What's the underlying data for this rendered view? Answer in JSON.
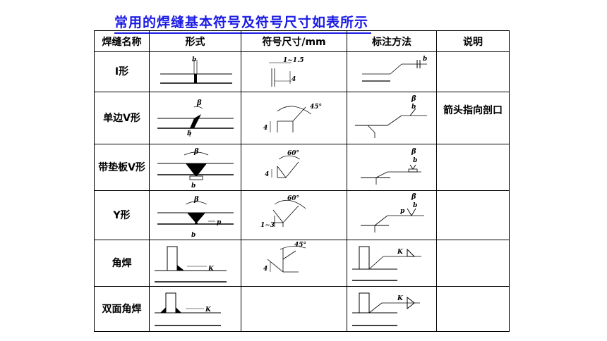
{
  "title": "常用的焊缝基本符号及符号尺寸如表所示",
  "headers": {
    "name": "焊缝名称",
    "form": "形式",
    "dimension": "符号尺寸/mm",
    "marking": "标注方法",
    "note": "说明"
  },
  "rows": [
    {
      "name": "I形",
      "form_labels": {
        "b": "b"
      },
      "dim_labels": {
        "gap": "1~1.5",
        "height": "4"
      },
      "mark_labels": {
        "b": "b"
      },
      "note": ""
    },
    {
      "name": "单边V形",
      "form_labels": {
        "beta": "β",
        "b": "b"
      },
      "dim_labels": {
        "angle": "45°",
        "height": "4"
      },
      "mark_labels": {
        "beta": "β",
        "b": "b"
      },
      "note": "箭头指向剖口"
    },
    {
      "name": "带垫板V形",
      "form_labels": {
        "beta": "β",
        "b": "b"
      },
      "dim_labels": {
        "angle": "60°",
        "height": "4"
      },
      "mark_labels": {
        "beta": "β",
        "b": "b"
      },
      "note": ""
    },
    {
      "name": "Y形",
      "form_labels": {
        "beta": "β",
        "b": "b",
        "p": "p"
      },
      "dim_labels": {
        "angle": "60°",
        "height": "1~3"
      },
      "mark_labels": {
        "beta": "β",
        "b": "b",
        "p": "p"
      },
      "note": ""
    },
    {
      "name": "角焊",
      "form_labels": {
        "k": "K"
      },
      "dim_labels": {
        "angle": "45°",
        "height": "4"
      },
      "mark_labels": {
        "k": "K"
      },
      "note": ""
    },
    {
      "name": "双面角焊",
      "form_labels": {
        "k": "K"
      },
      "dim_labels": {},
      "mark_labels": {
        "k": "K"
      },
      "note": ""
    }
  ]
}
